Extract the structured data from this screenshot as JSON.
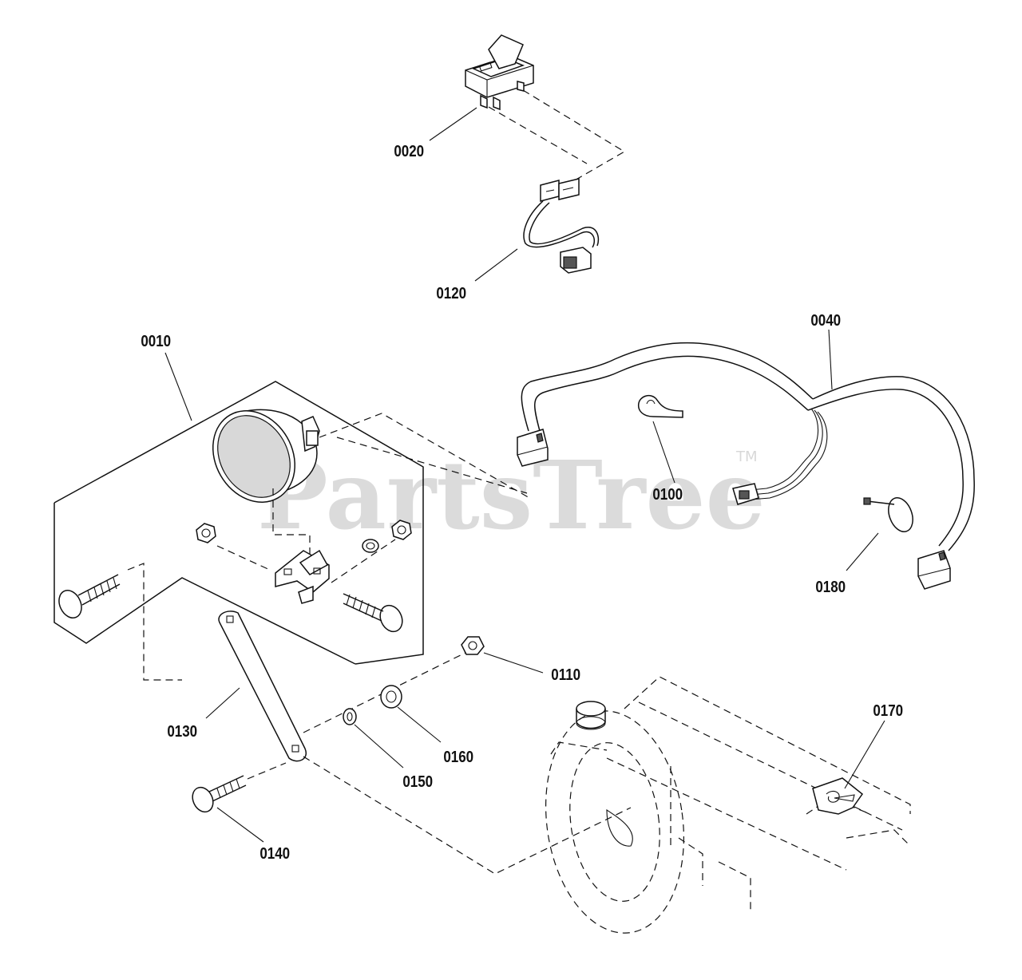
{
  "watermark": {
    "brand": "PartsTree",
    "trademark": "TM"
  },
  "callouts": {
    "p0010": "0010",
    "p0020": "0020",
    "p0040": "0040",
    "p0100": "0100",
    "p0110": "0110",
    "p0120": "0120",
    "p0130": "0130",
    "p0140": "0140",
    "p0150": "0150",
    "p0160": "0160",
    "p0170": "0170",
    "p0180": "0180"
  }
}
